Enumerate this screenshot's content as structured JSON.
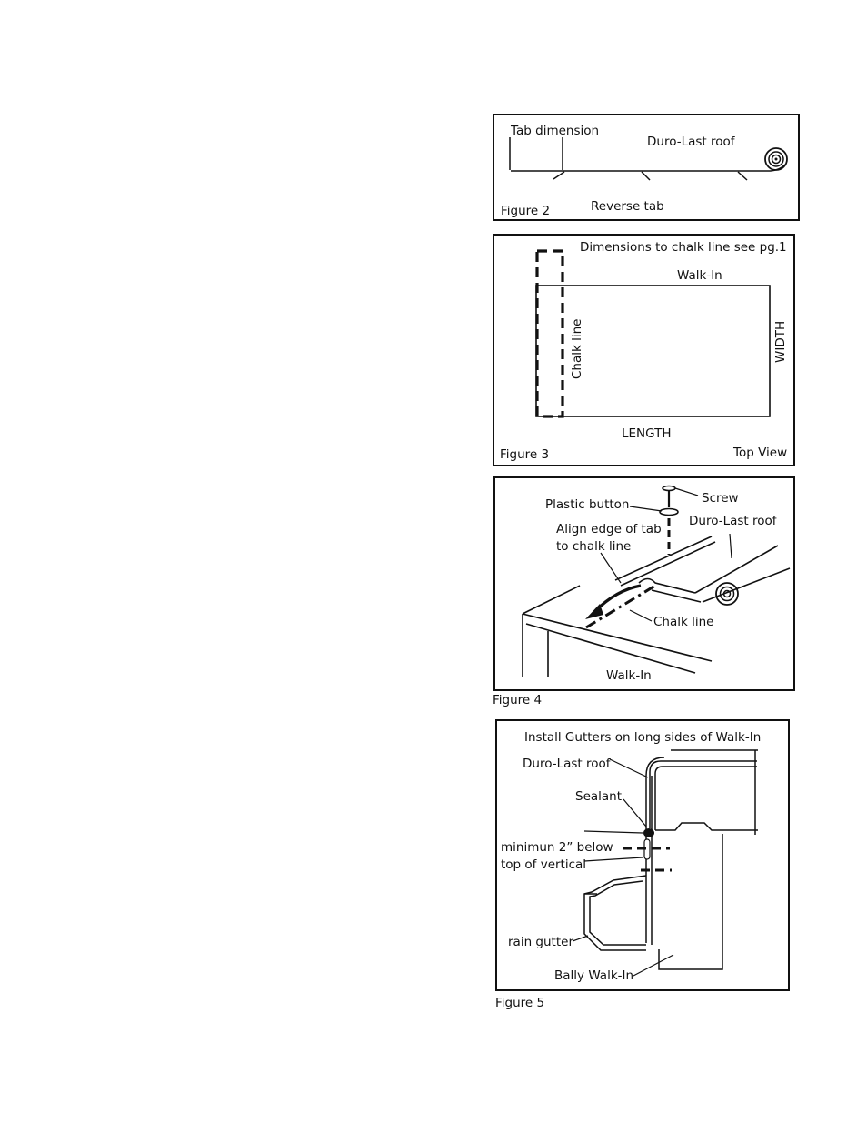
{
  "figure2": {
    "tab_dimension": "Tab dimension",
    "roof": "Duro-Last roof",
    "reverse_tab": "Reverse tab",
    "caption": "Figure 2"
  },
  "figure3": {
    "dimensions_note": "Dimensions to chalk line see pg.1",
    "walk_in": "Walk-In",
    "chalk_line": "Chalk line",
    "width": "WIDTH",
    "length": "LENGTH",
    "caption": "Figure 3",
    "view": "Top View"
  },
  "figure4": {
    "screw": "Screw",
    "plastic_button": "Plastic button",
    "roof": "Duro-Last roof",
    "align_line1": "Align edge of tab",
    "align_line2": "to chalk line",
    "chalk_line": "Chalk line",
    "walk_in": "Walk-In",
    "caption": "Figure 4"
  },
  "figure5": {
    "title": "Install Gutters on long sides of Walk-In",
    "roof": "Duro-Last roof",
    "sealant": "Sealant",
    "min_line1": "minimun 2” below",
    "min_line2": "top of vertical",
    "rain_gutter": "rain gutter",
    "bally": "Bally Walk-In",
    "caption": "Figure 5"
  }
}
